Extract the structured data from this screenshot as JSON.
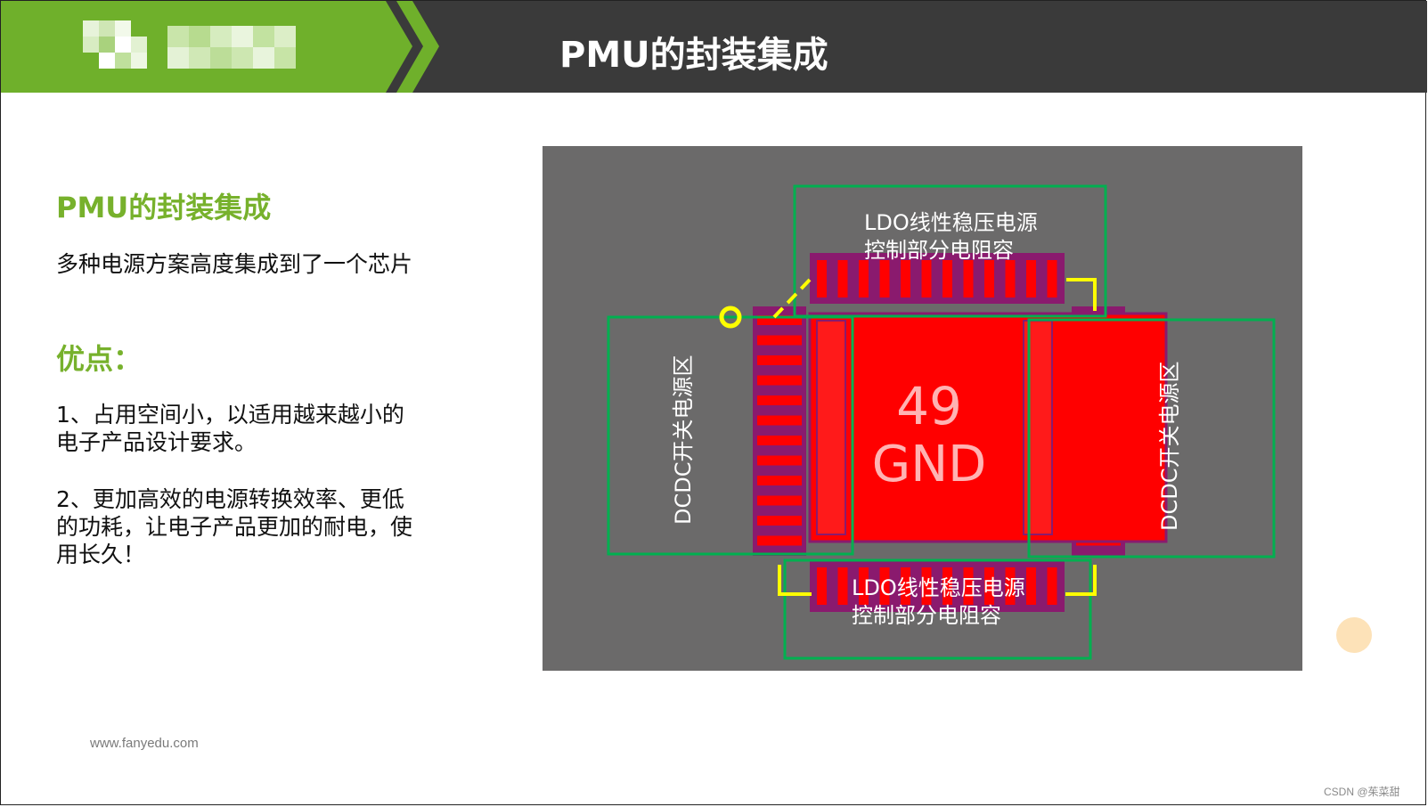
{
  "header": {
    "title": "PMU的封装集成"
  },
  "content": {
    "subtitle": "PMU的封装集成",
    "description": "多种电源方案高度集成到了一个芯片",
    "advantages_title": "优点：",
    "advantage_1_line1": "1、占用空间小，以适用越来越小的",
    "advantage_1_line2": "电子产品设计要求。",
    "advantage_2_line1": "2、更加高效的电源转换效率、更低",
    "advantage_2_line2": "的功耗，让电子产品更加的耐电，使",
    "advantage_2_line3": "用长久！"
  },
  "diagram": {
    "top_label_line1": "LDO线性稳压电源",
    "top_label_line2": "控制部分电阻容",
    "bottom_label_line1": "LDO线性稳压电源",
    "bottom_label_line2": "控制部分电阻容",
    "left_label": "DCDC开关电源区",
    "right_label": "DCDC开关电源区",
    "pad_number": "49",
    "pad_name": "GND"
  },
  "footer": {
    "url": "www.fanyedu.com",
    "watermark": "CSDN @茱菜甜"
  },
  "colors": {
    "accent_green": "#77b12c",
    "header_dark": "#3a3a3a",
    "pad_red": "#ff0000",
    "pcb_gray": "#6b6a6a",
    "outline_green": "#00a651",
    "marker_yellow": "#ffff00"
  }
}
